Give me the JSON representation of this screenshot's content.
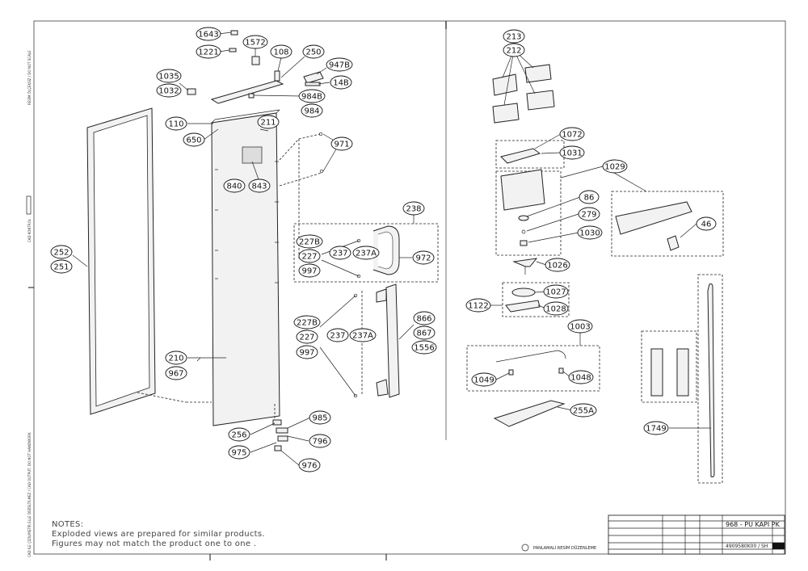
{
  "callouts": [
    {
      "id": "c-1643",
      "text": "1643"
    },
    {
      "id": "c-1221",
      "text": "1221"
    },
    {
      "id": "c-1572",
      "text": "1572"
    },
    {
      "id": "c-108",
      "text": "108"
    },
    {
      "id": "c-250",
      "text": "250"
    },
    {
      "id": "c-947B",
      "text": "947B"
    },
    {
      "id": "c-14B",
      "text": "14B"
    },
    {
      "id": "c-1035",
      "text": "1035"
    },
    {
      "id": "c-1032",
      "text": "1032"
    },
    {
      "id": "c-984B",
      "text": "984B"
    },
    {
      "id": "c-984",
      "text": "984"
    },
    {
      "id": "c-110",
      "text": "110"
    },
    {
      "id": "c-211",
      "text": "211"
    },
    {
      "id": "c-650",
      "text": "650"
    },
    {
      "id": "c-971",
      "text": "971"
    },
    {
      "id": "c-840",
      "text": "840"
    },
    {
      "id": "c-843",
      "text": "843"
    },
    {
      "id": "c-238",
      "text": "238"
    },
    {
      "id": "c-227B",
      "text": "227B"
    },
    {
      "id": "c-227",
      "text": "227"
    },
    {
      "id": "c-237",
      "text": "237"
    },
    {
      "id": "c-237A",
      "text": "237A"
    },
    {
      "id": "c-972",
      "text": "972"
    },
    {
      "id": "c-997",
      "text": "997"
    },
    {
      "id": "c-252",
      "text": "252"
    },
    {
      "id": "c-251",
      "text": "251"
    },
    {
      "id": "c-866",
      "text": "866"
    },
    {
      "id": "c-867",
      "text": "867"
    },
    {
      "id": "c-1556",
      "text": "1556"
    },
    {
      "id": "c-227B-2",
      "text": "227B"
    },
    {
      "id": "c-227-2",
      "text": "227"
    },
    {
      "id": "c-237-2",
      "text": "237"
    },
    {
      "id": "c-237A-2",
      "text": "237A"
    },
    {
      "id": "c-997-2",
      "text": "997"
    },
    {
      "id": "c-210",
      "text": "210"
    },
    {
      "id": "c-967",
      "text": "967"
    },
    {
      "id": "c-985",
      "text": "985"
    },
    {
      "id": "c-256",
      "text": "256"
    },
    {
      "id": "c-796",
      "text": "796"
    },
    {
      "id": "c-975",
      "text": "975"
    },
    {
      "id": "c-976",
      "text": "976"
    },
    {
      "id": "c-213",
      "text": "213"
    },
    {
      "id": "c-212",
      "text": "212"
    },
    {
      "id": "c-1072",
      "text": "1072"
    },
    {
      "id": "c-1031",
      "text": "1031"
    },
    {
      "id": "c-1029",
      "text": "1029"
    },
    {
      "id": "c-86",
      "text": "86"
    },
    {
      "id": "c-279",
      "text": "279"
    },
    {
      "id": "c-1030",
      "text": "1030"
    },
    {
      "id": "c-46",
      "text": "46"
    },
    {
      "id": "c-1026",
      "text": "1026"
    },
    {
      "id": "c-1027",
      "text": "1027"
    },
    {
      "id": "c-1122",
      "text": "1122"
    },
    {
      "id": "c-1028",
      "text": "1028"
    },
    {
      "id": "c-1003",
      "text": "1003"
    },
    {
      "id": "c-1049",
      "text": "1049"
    },
    {
      "id": "c-1048",
      "text": "1048"
    },
    {
      "id": "c-255A",
      "text": "255A"
    },
    {
      "id": "c-1749",
      "text": "1749"
    }
  ],
  "notes": {
    "heading": "NOTES:",
    "line1": "Exploded views are prepared for similar products.",
    "line2": "Figures   may not match the product one to one ."
  },
  "title_block": {
    "title": "968 - PU KAPI PK",
    "code": "4909580K00 / SH",
    "revision_note": "PANLAMALI RESİM DÜZENLEME"
  },
  "margin_text": {
    "left_top": "RESİM ÖLÇEKSİZ / DO NOT SCALE",
    "left_mid": "CAD KONTROL",
    "left_bottom": "CAD İLE ÇİZİLMİŞTİR ELLE DÜZELTİLMEZ / CAD OUTPUT, DO NOT HANDWORK"
  },
  "colors": {
    "ink": "#111111",
    "paper": "#ffffff",
    "part_fill": "#f2f2f2"
  }
}
